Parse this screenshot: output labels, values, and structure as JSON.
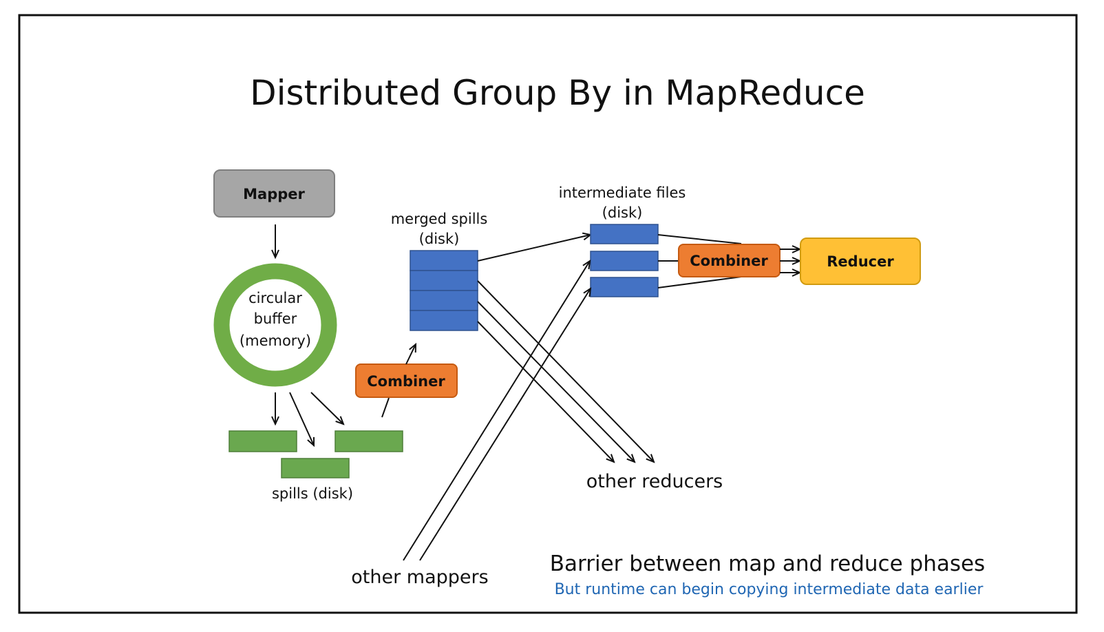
{
  "title": "Distributed Group By in MapReduce",
  "nodes": {
    "mapper": "Mapper",
    "buffer": [
      "circular",
      "buffer",
      "(memory)"
    ],
    "combiner_map": "Combiner",
    "combiner_reduce": "Combiner",
    "reducer": "Reducer"
  },
  "labels": {
    "spills": "spills (disk)",
    "merged_spills": [
      "merged spills",
      "(disk)"
    ],
    "intermediate_files": [
      "intermediate files",
      "(disk)"
    ],
    "other_reducers": "other reducers",
    "other_mappers": "other mappers"
  },
  "notes": {
    "barrier": "Barrier between map and reduce phases",
    "runtime": "But runtime can begin copying intermediate data earlier"
  },
  "colors": {
    "mapper": "#a6a6a6",
    "buffer_ring": "#70ad47",
    "spill": "#6aa84f",
    "merged_spill": "#4472c4",
    "combiner": "#ed7d31",
    "reducer": "#ffc035",
    "note": "#1f66b3"
  }
}
